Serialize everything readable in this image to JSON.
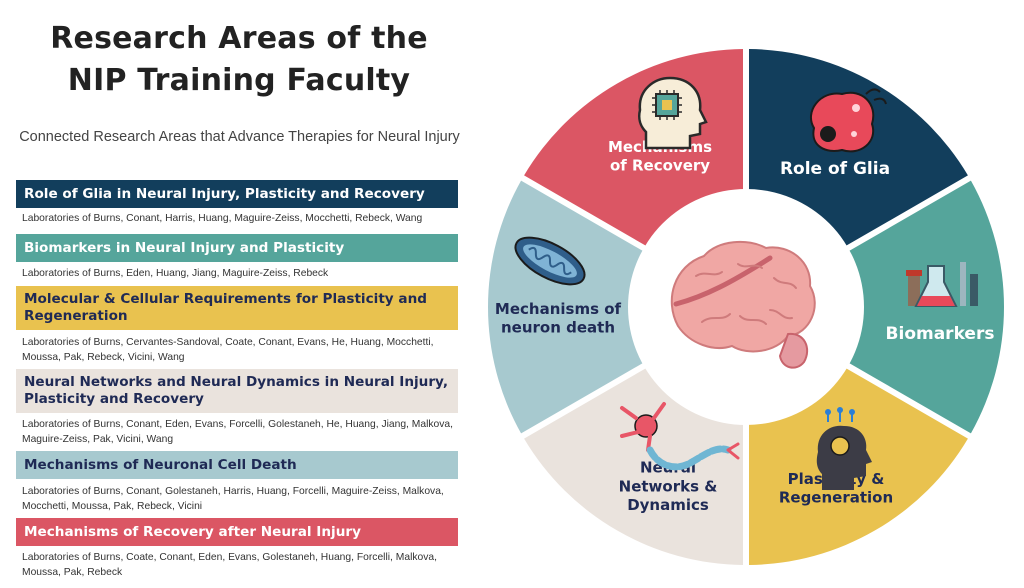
{
  "title_line1": "Research Areas of the",
  "title_line2": "NIP Training Faculty",
  "subtitle": "Connected Research Areas that Advance Therapies for Neural Injury",
  "areas": [
    {
      "title": "Role of Glia in Neural Injury, Plasticity and Recovery",
      "labs": "Laboratories of Burns, Conant, Harris, Huang, Maguire-Zeiss, Mocchetti, Rebeck, Wang",
      "color": "#123e5c",
      "text_color": "#ffffff"
    },
    {
      "title": "Biomarkers in Neural Injury and Plasticity",
      "labs": "Laboratories of Burns, Eden, Huang, Jiang, Maguire-Zeiss,  Rebeck",
      "color": "#55a59b",
      "text_color": "#ffffff"
    },
    {
      "title": "Molecular & Cellular Requirements for Plasticity and Regeneration",
      "labs": "Laboratories of Burns, Cervantes-Sandoval, Coate, Conant, Evans, He, Huang, Mocchetti, Moussa, Pak, Rebeck, Vicini, Wang",
      "color": "#e9c24f",
      "text_color": "#1f2a55"
    },
    {
      "title": "Neural Networks and Neural Dynamics in Neural Injury, Plasticity and Recovery",
      "labs": "Laboratories of Burns, Conant, Eden, Evans, Forcelli, Golestaneh, He, Huang, Jiang, Malkova, Maguire-Zeiss, Pak, Vicini, Wang",
      "color": "#eae3dd",
      "text_color": "#1f2a55"
    },
    {
      "title": "Mechanisms of Neuronal Cell Death",
      "labs": "Laboratories of Burns, Conant, Golestaneh, Harris, Huang, Forcelli, Maguire-Zeiss, Malkova, Mocchetti, Moussa, Pak, Rebeck, Vicini",
      "color": "#a7c9cf",
      "text_color": "#1f2a55"
    },
    {
      "title": "Mechanisms of Recovery after Neural Injury",
      "labs": "Laboratories of Burns, Coate, Conant, Eden, Evans, Golestaneh, Huang, Forcelli, Malkova, Moussa, Pak, Rebeck",
      "color": "#db5664",
      "text_color": "#ffffff"
    }
  ],
  "wheel": {
    "segments": [
      {
        "lines": [
          "Role of Glia"
        ],
        "color": "#123e5c",
        "text_color": "#ffffff",
        "icon": "glia-cell-icon"
      },
      {
        "lines": [
          "Biomarkers"
        ],
        "color": "#55a59b",
        "text_color": "#ffffff",
        "icon": "lab-flasks-icon"
      },
      {
        "lines": [
          "Plasticity &",
          "Regeneration"
        ],
        "color": "#e9c24f",
        "text_color": "#1f2a55",
        "icon": "head-lightbulb-icon"
      },
      {
        "lines": [
          "Neural",
          "Networks &",
          "Dynamics"
        ],
        "color": "#eae3dd",
        "text_color": "#1f2a55",
        "icon": "neuron-icon"
      },
      {
        "lines": [
          "Mechanisms of",
          "neuron death"
        ],
        "color": "#a7c9cf",
        "text_color": "#1f2a55",
        "icon": "mitochondrion-icon"
      },
      {
        "lines": [
          "Mechanisms",
          "of Recovery"
        ],
        "color": "#db5664",
        "text_color": "#ffffff",
        "icon": "head-chip-icon"
      }
    ],
    "center_icon": "brain-icon"
  }
}
